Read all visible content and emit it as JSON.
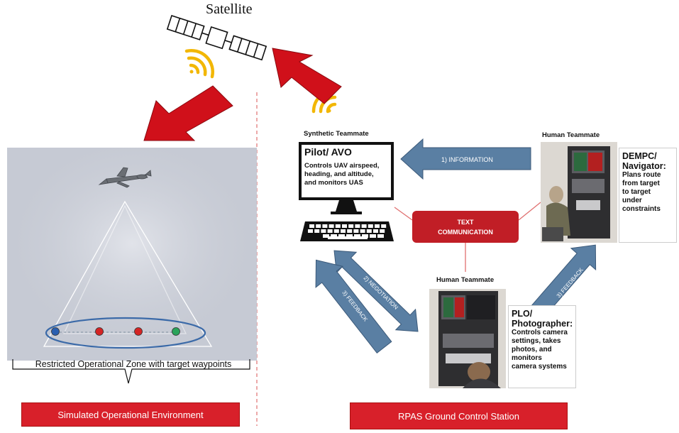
{
  "satellite": {
    "label": "Satellite"
  },
  "environment": {
    "zone_label": "Restricted Operational Zone with target waypoints",
    "title": "Simulated Operational Environment",
    "waypoint_colors": [
      "#2a5fb0",
      "#d42424",
      "#d42424",
      "#2aa35a"
    ]
  },
  "gcs": {
    "title": "RPAS Ground Control Station",
    "synthetic": {
      "label": "Synthetic Teammate",
      "role": "Pilot/ AVO",
      "desc_lines": [
        "Controls UAV airspeed,",
        "heading, and altitude,",
        "and monitors UAS"
      ]
    },
    "human_navigator": {
      "label": "Human Teammate",
      "role_lines": [
        "DEMPC/",
        "Navigator:"
      ],
      "desc_lines": [
        "Plans route",
        "from target",
        "to target",
        "under",
        "constraints"
      ]
    },
    "human_photographer": {
      "label": "Human Teammate",
      "role_lines": [
        "PLO/",
        "Photographer:"
      ],
      "desc_lines": [
        "Controls camera",
        "settings, takes",
        "photos, and",
        "monitors",
        "camera systems"
      ]
    },
    "communication": {
      "lines": [
        "TEXT",
        "COMMUNICATION"
      ]
    },
    "arrows": {
      "information": "1) INFORMATION",
      "negotiation": "2) NEGOTIATION",
      "feedback_left": "3) FEEDBACK",
      "feedback_right": "3) FEEDBACK"
    }
  },
  "colors": {
    "red_arrow": "#d0101a",
    "blue_arrow": "#5a7fa3",
    "signal": "#f2b705",
    "red_label": "#d8202a",
    "dashed_divider": "#e07070"
  }
}
